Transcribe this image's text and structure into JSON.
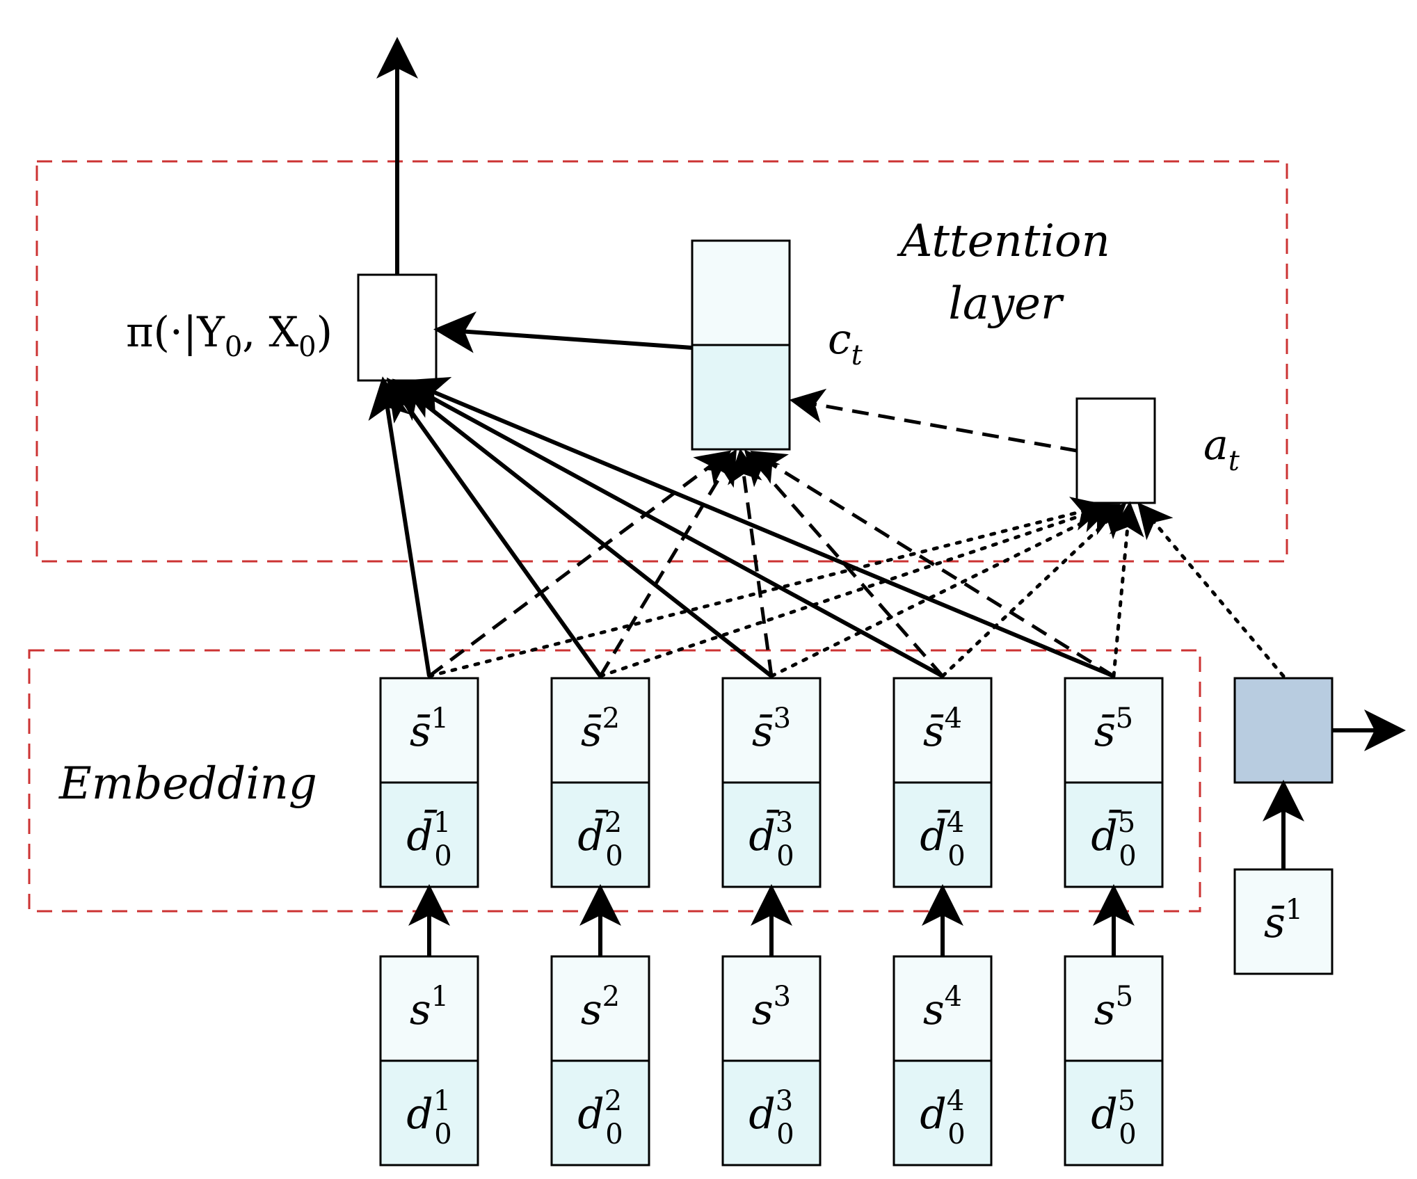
{
  "labels": {
    "attention_line1": "Attention",
    "attention_line2": "layer",
    "embedding": "Embedding",
    "policy": "π(·|Y",
    "policy_sub1": "0",
    "policy_mid": ", X",
    "policy_sub2": "0",
    "policy_end": ")",
    "context": "c",
    "context_sub": "t",
    "attn_weights": "a",
    "attn_weights_sub": "t"
  },
  "embedded_units": [
    {
      "s": "s̄",
      "sup": "1",
      "d": "d̄",
      "d_sup": "1",
      "d_sub": "0"
    },
    {
      "s": "s̄",
      "sup": "2",
      "d": "d̄",
      "d_sup": "2",
      "d_sub": "0"
    },
    {
      "s": "s̄",
      "sup": "3",
      "d": "d̄",
      "d_sup": "3",
      "d_sub": "0"
    },
    {
      "s": "s̄",
      "sup": "4",
      "d": "d̄",
      "d_sup": "4",
      "d_sub": "0"
    },
    {
      "s": "s̄",
      "sup": "5",
      "d": "d̄",
      "d_sup": "5",
      "d_sub": "0"
    }
  ],
  "input_units": [
    {
      "s": "s",
      "sup": "1",
      "d": "d",
      "d_sup": "1",
      "d_sub": "0"
    },
    {
      "s": "s",
      "sup": "2",
      "d": "d",
      "d_sup": "2",
      "d_sub": "0"
    },
    {
      "s": "s",
      "sup": "3",
      "d": "d",
      "d_sup": "3",
      "d_sub": "0"
    },
    {
      "s": "s",
      "sup": "4",
      "d": "d",
      "d_sup": "4",
      "d_sub": "0"
    },
    {
      "s": "s",
      "sup": "5",
      "d": "d",
      "d_sup": "5",
      "d_sub": "0"
    }
  ],
  "rnn_input": {
    "s": "s̄",
    "sup": "1"
  },
  "colors": {
    "region_border": "#cc3333",
    "cell_fill_light": "#f3fbfc",
    "cell_fill_cyan": "#e3f6f8",
    "rnn_fill": "#b8cce0",
    "stroke": "#000000"
  }
}
